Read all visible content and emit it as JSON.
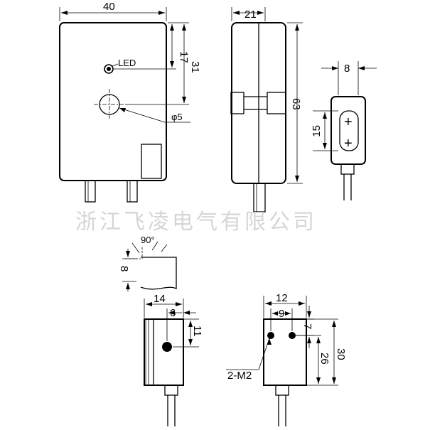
{
  "views": {
    "front": {
      "width_label": "40",
      "led_offset_label": "17",
      "hole_offset_label": "31",
      "led_label": "LED",
      "hole_dia_label": "φ5"
    },
    "side": {
      "depth_label": "21",
      "height_label": "63"
    },
    "connector": {
      "width_label": "8",
      "height_label": "15",
      "plus_symbol": "+"
    },
    "angle_detail": {
      "angle_label": "90°",
      "offset_label": "8"
    },
    "bottom_left": {
      "total_label": "14",
      "part_label": "6",
      "height_label": "11"
    },
    "bottom_right": {
      "total_label": "12",
      "spacing_label": "9",
      "hole_offset_label": "7",
      "body_label": "26",
      "overall_label": "30",
      "screw_label": "2-M2"
    }
  },
  "watermark": "浙江飞凌电气有限公司"
}
